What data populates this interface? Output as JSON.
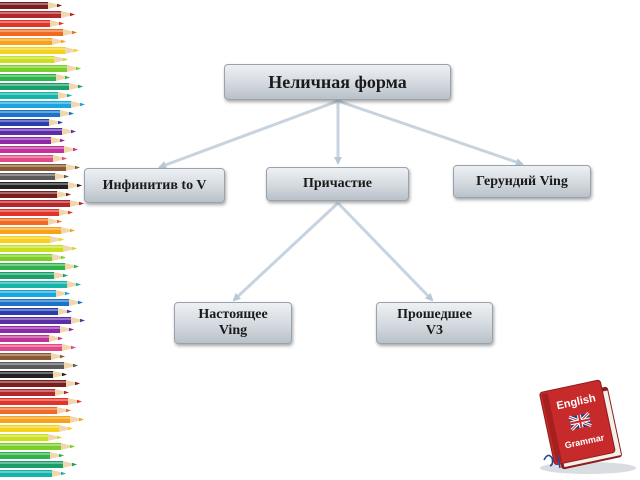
{
  "diagram": {
    "root": "Неличная форма",
    "infinitive": "Инфинитив to V",
    "participle": "Причастие",
    "gerund": "Герундий Ving",
    "present_participle": "Настоящее\nVing",
    "past_participle": "Прошедшее\nV3"
  },
  "book": {
    "title_top": "English",
    "title_bottom": "Grammar"
  },
  "colors": {
    "node_fill": "#d3d9df",
    "connector": "#c7d3de",
    "book_red": "#c62a2a"
  }
}
